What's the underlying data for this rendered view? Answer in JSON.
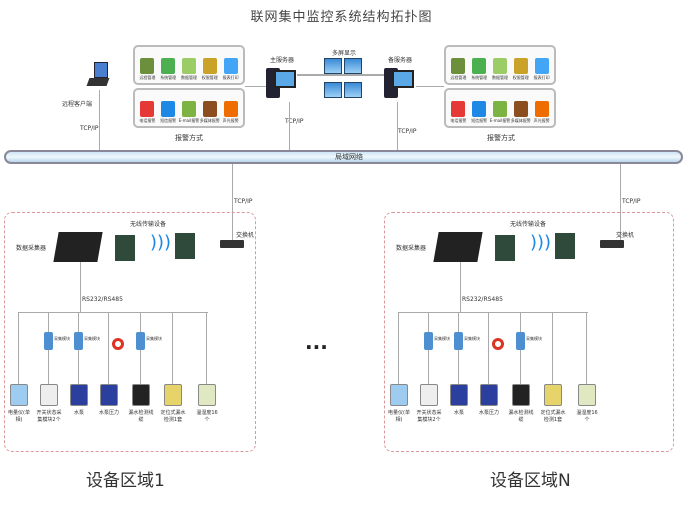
{
  "title": "联网集中监控系统结构拓扑图",
  "client": {
    "label": "远程客户端",
    "protocol": "TCP/IP"
  },
  "main_server": {
    "label": "主服务器",
    "protocol": "TCP/IP"
  },
  "backup_server": {
    "label": "备服务器",
    "protocol": "TCP/IP"
  },
  "multi_screen": {
    "label": "多屏显示"
  },
  "management": [
    "远程管理",
    "系统管理",
    "数据管理",
    "权限管理",
    "报表打印"
  ],
  "alarms": [
    "电话报警",
    "短信报警",
    "E-mail报警",
    "多媒体报警",
    "声光报警"
  ],
  "alarm_caption": "报警方式",
  "network": "局域网络",
  "zones": [
    {
      "label": "设备区域1",
      "collector": "数据采集器",
      "wireless": "无线传输设备",
      "switch": "交换机",
      "protocol": "TCP/IP",
      "bus": "RS232/RS485",
      "module": "采集模块",
      "devices": [
        "电量仪(单相)",
        "开关状态采集模块2个",
        "水泵",
        "水泵压力",
        "漏水检测线缆",
        "定位式漏水检测1套",
        "温湿度16个"
      ]
    },
    {
      "label": "设备区域N",
      "collector": "数据采集器",
      "wireless": "无线传输设备",
      "switch": "交换机",
      "protocol": "TCP/IP",
      "bus": "RS232/RS485",
      "module": "采集模块",
      "devices": [
        "电量仪(单相)",
        "开关状态采集模块2个",
        "水泵",
        "水泵压力",
        "漏水检测线缆",
        "定位式漏水检测1套",
        "温湿度16个"
      ]
    }
  ],
  "ellipsis": "···",
  "colors": [
    "#6b8f3a",
    "#4caf50",
    "#9ccc65",
    "#c9a227",
    "#42a5f5",
    "#e53935",
    "#1e88e5",
    "#7cb342",
    "#8d4e1f",
    "#ef6c00"
  ]
}
